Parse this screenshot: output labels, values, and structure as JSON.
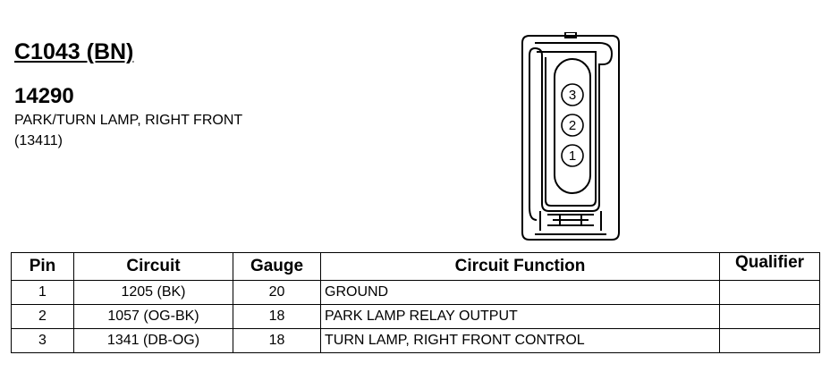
{
  "header": {
    "connector_id": "C1043 (BN)",
    "part_number": "14290",
    "description_line1": "PARK/TURN LAMP, RIGHT FRONT",
    "description_line2": "(13411)"
  },
  "connector": {
    "pin_labels": [
      "3",
      "2",
      "1"
    ]
  },
  "table": {
    "headers": {
      "pin": "Pin",
      "circuit": "Circuit",
      "gauge": "Gauge",
      "function": "Circuit Function",
      "qualifier": "Qualifier"
    },
    "rows": [
      {
        "pin": "1",
        "circuit": "1205 (BK)",
        "gauge": "20",
        "function": "GROUND",
        "qualifier": ""
      },
      {
        "pin": "2",
        "circuit": "1057 (OG-BK)",
        "gauge": "18",
        "function": "PARK LAMP RELAY OUTPUT",
        "qualifier": ""
      },
      {
        "pin": "3",
        "circuit": "1341 (DB-OG)",
        "gauge": "18",
        "function": "TURN LAMP, RIGHT FRONT CONTROL",
        "qualifier": ""
      }
    ]
  }
}
